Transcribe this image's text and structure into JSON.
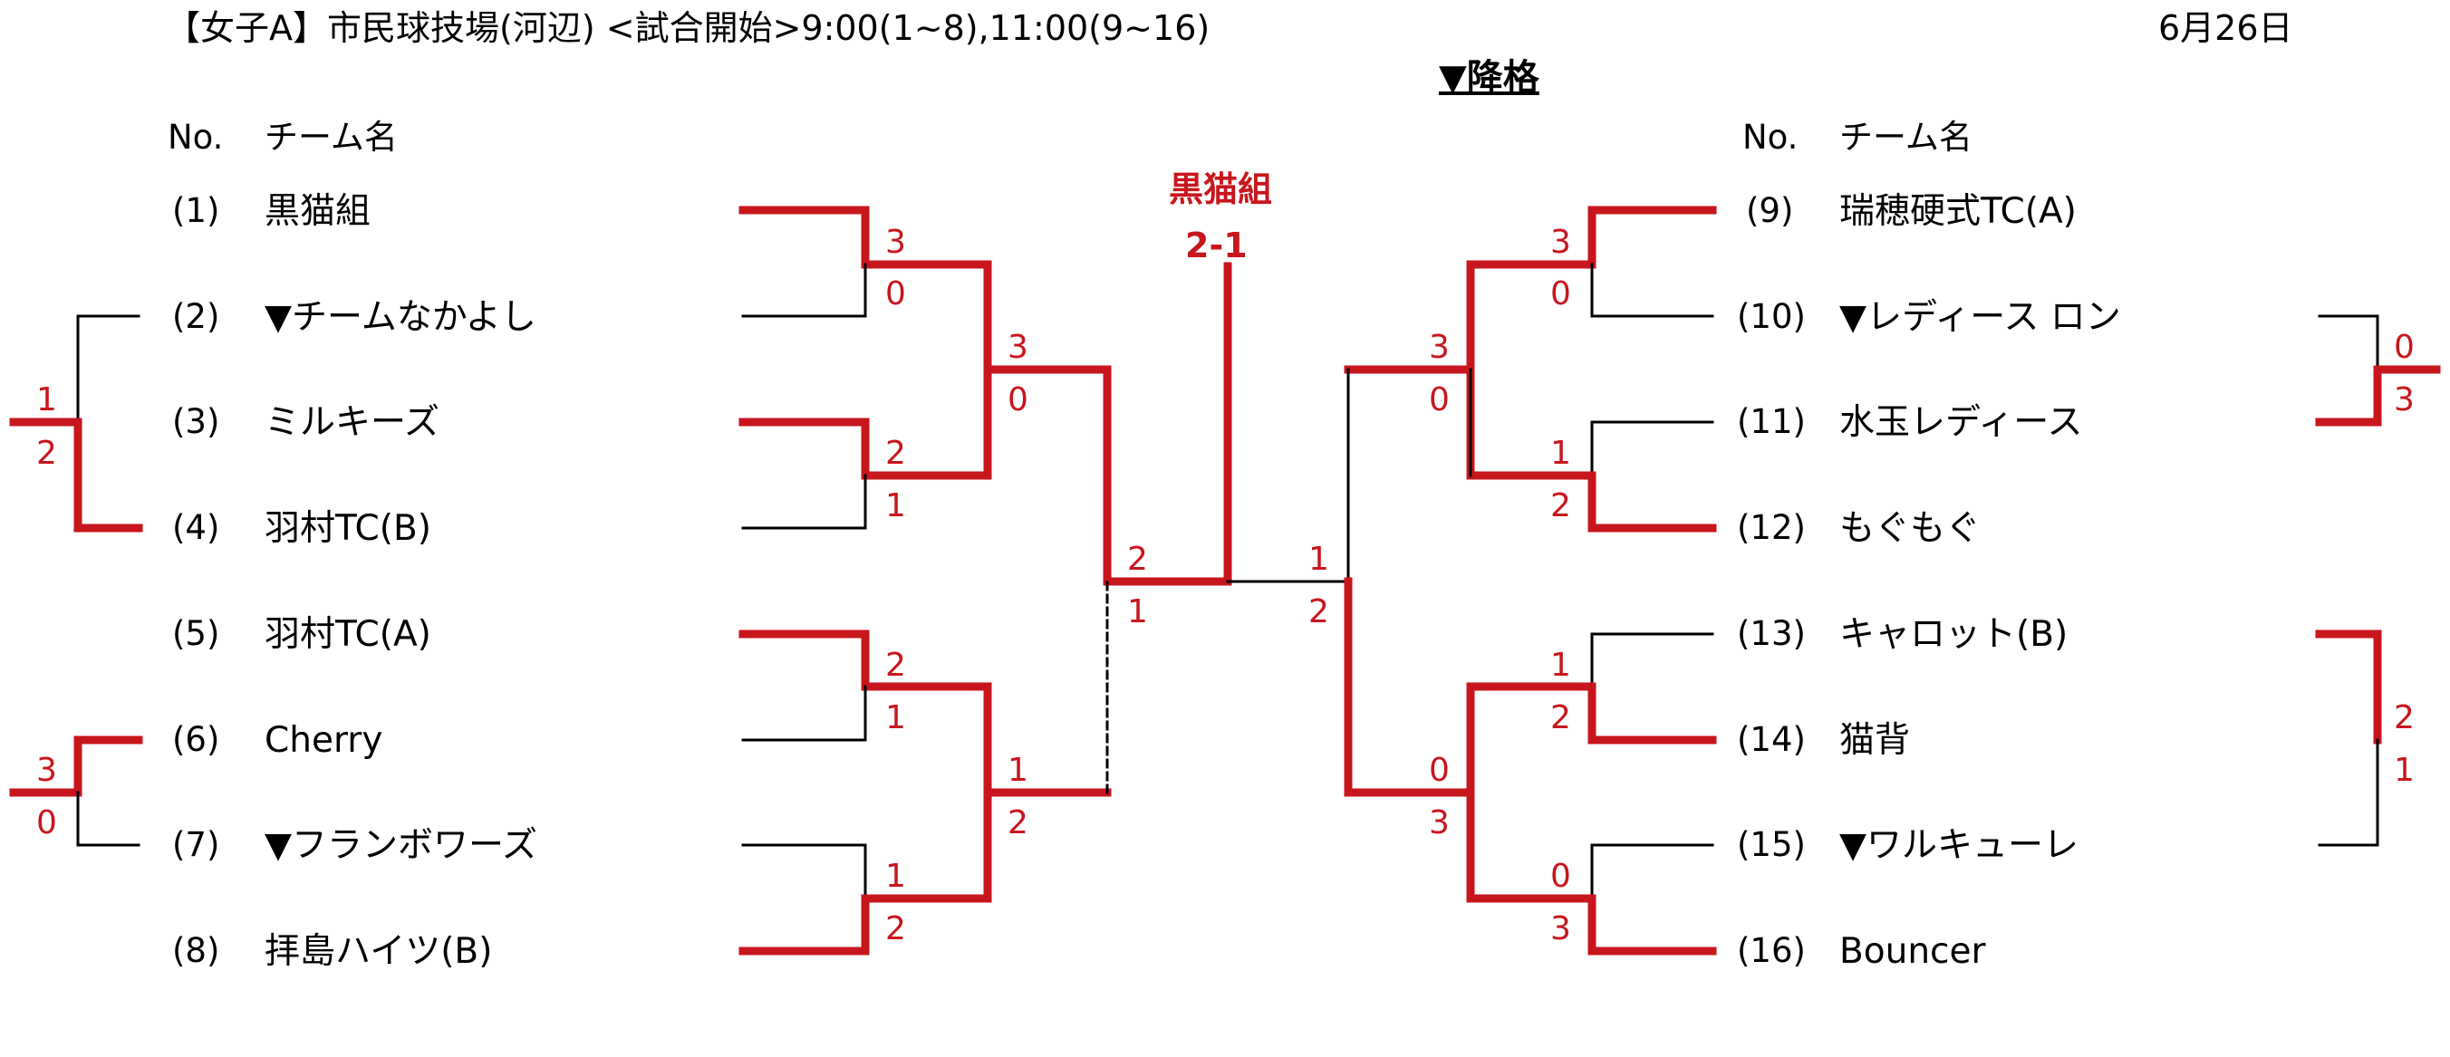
{
  "header": {
    "title": "【女子A】市民球技場(河辺) <試合開始>9:00(1~8),11:00(9~16)",
    "date": "6月26日",
    "relegation": "▼降格"
  },
  "columns": {
    "no": "No.",
    "team": "チーム名"
  },
  "left_teams": [
    {
      "no": "(1)",
      "name": "黒猫組"
    },
    {
      "no": "(2)",
      "name": "▼チームなかよし"
    },
    {
      "no": "(3)",
      "name": "ミルキーズ"
    },
    {
      "no": "(4)",
      "name": "羽村TC(B)"
    },
    {
      "no": "(5)",
      "name": "羽村TC(A)"
    },
    {
      "no": "(6)",
      "name": "Cherry"
    },
    {
      "no": "(7)",
      "name": "▼フランボワーズ"
    },
    {
      "no": "(8)",
      "name": "拝島ハイツ(B)"
    }
  ],
  "right_teams": [
    {
      "no": "(9)",
      "name": "瑞穂硬式TC(A)"
    },
    {
      "no": "(10)",
      "name": "▼レディース ロン"
    },
    {
      "no": "(11)",
      "name": "水玉レディース"
    },
    {
      "no": "(12)",
      "name": "もぐもぐ"
    },
    {
      "no": "(13)",
      "name": "キャロット(B)"
    },
    {
      "no": "(14)",
      "name": "猫背"
    },
    {
      "no": "(15)",
      "name": "▼ワルキューレ"
    },
    {
      "no": "(16)",
      "name": "Bouncer"
    }
  ],
  "final": {
    "winner": "黒猫組",
    "score": "2-1"
  },
  "scores": {
    "l_r1_m1": [
      "3",
      "0"
    ],
    "l_r1_m2": [
      "2",
      "1"
    ],
    "l_r1_m3": [
      "2",
      "1"
    ],
    "l_r1_m4": [
      "1",
      "2"
    ],
    "l_r2_m1": [
      "3",
      "0"
    ],
    "l_r2_m2": [
      "1",
      "2"
    ],
    "l_sf": [
      "2",
      "1"
    ],
    "r_r1_m1": [
      "3",
      "0"
    ],
    "r_r1_m2": [
      "1",
      "2"
    ],
    "r_r1_m3": [
      "1",
      "2"
    ],
    "r_r1_m4": [
      "0",
      "3"
    ],
    "r_r2_m1": [
      "3",
      "0"
    ],
    "r_r2_m2": [
      "0",
      "3"
    ],
    "r_sf": [
      "1",
      "2"
    ],
    "playoff_l1": [
      "1",
      "2"
    ],
    "playoff_l2": [
      "3",
      "0"
    ],
    "playoff_r1": [
      "0",
      "3"
    ],
    "playoff_r2": [
      "2",
      "1"
    ]
  },
  "colors": {
    "win_line": "#c8161d",
    "line": "#000000",
    "score": "#c8161d"
  }
}
